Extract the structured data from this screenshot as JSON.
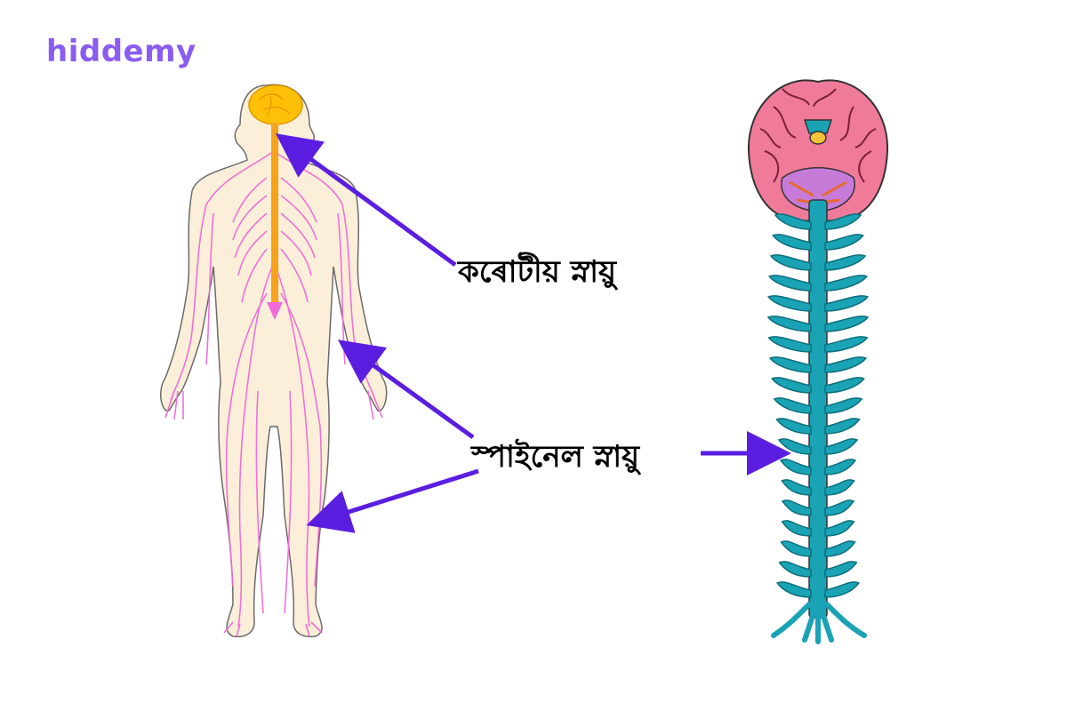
{
  "brand": {
    "logo_text": "hiddemy"
  },
  "labels": {
    "cranial_nerves": "কৰোটীয় স্নায়ু",
    "spinal_nerves": "স্পাইনেল স্নায়ু"
  },
  "colors": {
    "arrow": "#5b1ee0",
    "brand": "#8a5cf0",
    "skin": "#fcefd9",
    "nerve": "#f06ad8",
    "spinal_cord": "#f7a21b",
    "brain_human": "#ffc107",
    "cortex": "#f07a9a",
    "spine": "#1aa3b5"
  }
}
